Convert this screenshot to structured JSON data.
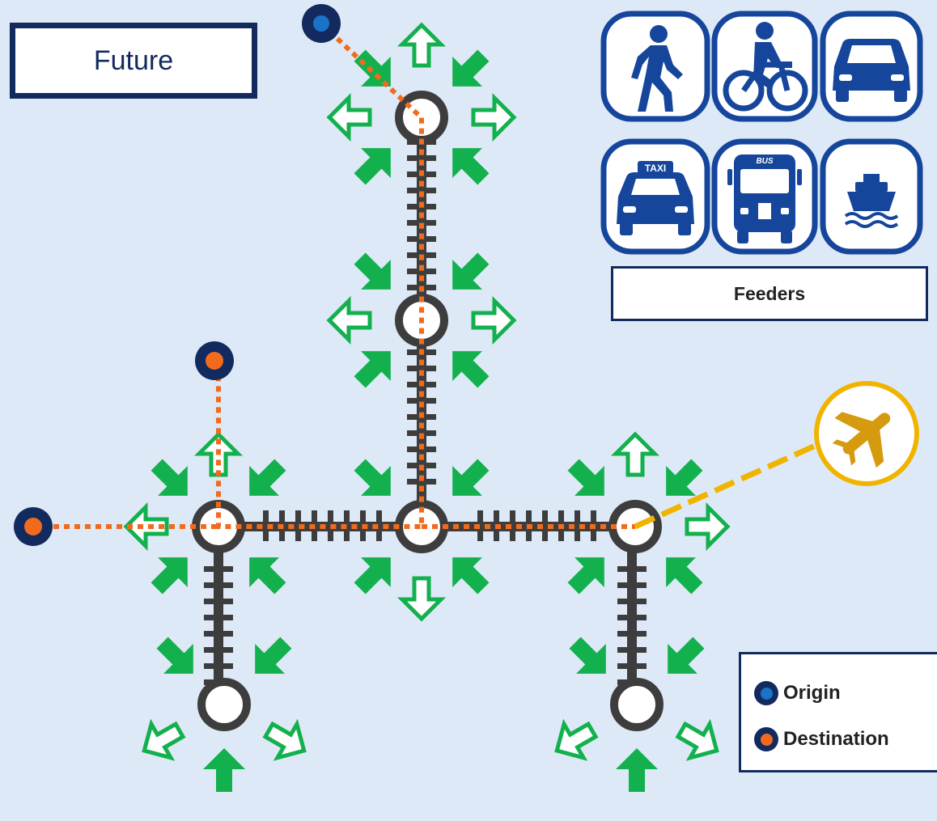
{
  "title": "Future",
  "feeders": {
    "label": "Feeders",
    "icons": [
      "walking-person-icon",
      "bicycle-icon",
      "car-icon",
      "taxi-icon",
      "bus-icon",
      "ferry-icon"
    ],
    "taxi_text": "TAXI",
    "bus_text": "BUS"
  },
  "legend": {
    "origin": "Origin",
    "destination": "Destination"
  },
  "colors": {
    "background": "#dde9f6",
    "navy": "#132a5e",
    "rail": "#3d3d3d",
    "route": "#f26b1d",
    "origin": "#1a73c8",
    "feeder_arrow": "#13b04e",
    "airport": "#f0b400"
  }
}
